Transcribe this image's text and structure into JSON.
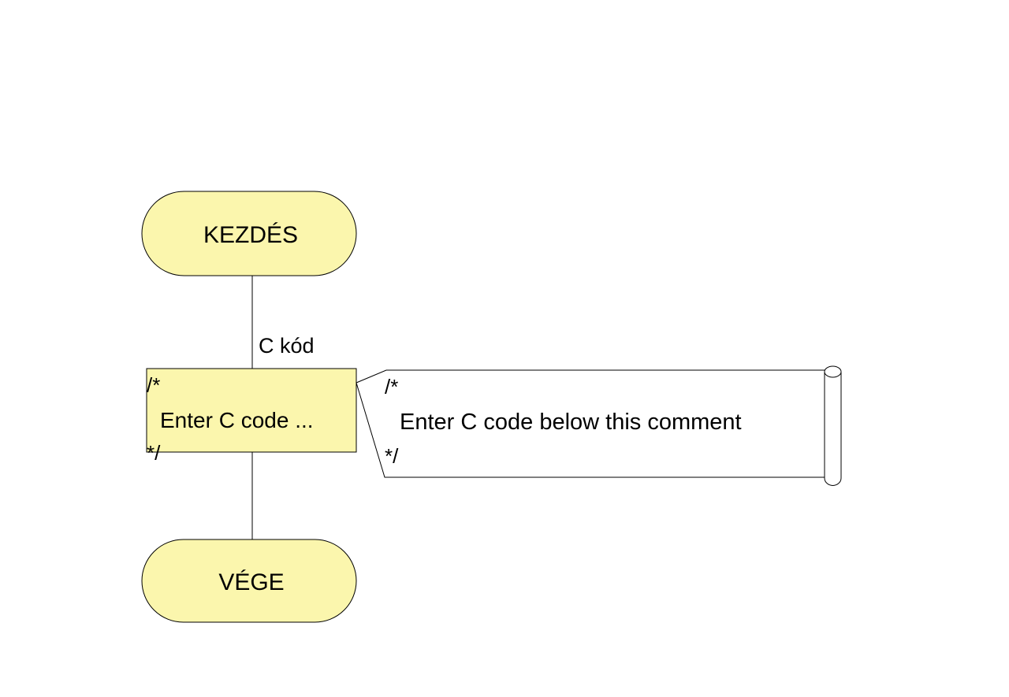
{
  "flowchart": {
    "start_label": "KEZDÉS",
    "end_label": "VÉGE",
    "code_block": {
      "caption": "C kód",
      "open_marker": "/*",
      "text": "Enter C code ...",
      "close_marker": "*/"
    },
    "comment": {
      "open_marker": "/*",
      "text": "Enter C code below this comment",
      "close_marker": "*/"
    }
  },
  "colors": {
    "terminal_fill": "#fbf6ad",
    "code_fill": "#fbf6ad",
    "comment_fill": "#ffffff",
    "stroke": "#000000"
  }
}
